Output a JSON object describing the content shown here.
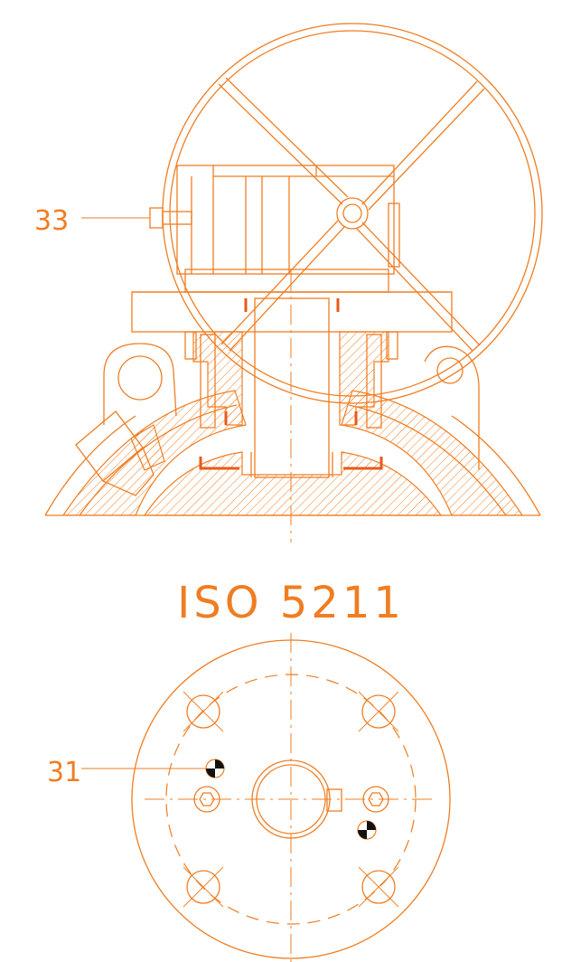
{
  "colors": {
    "line": "#f07d22",
    "accent": "#e85a17",
    "background": "#ffffff"
  },
  "labels": {
    "part_33": "33",
    "part_31": "31",
    "standard": "ISO 5211"
  }
}
